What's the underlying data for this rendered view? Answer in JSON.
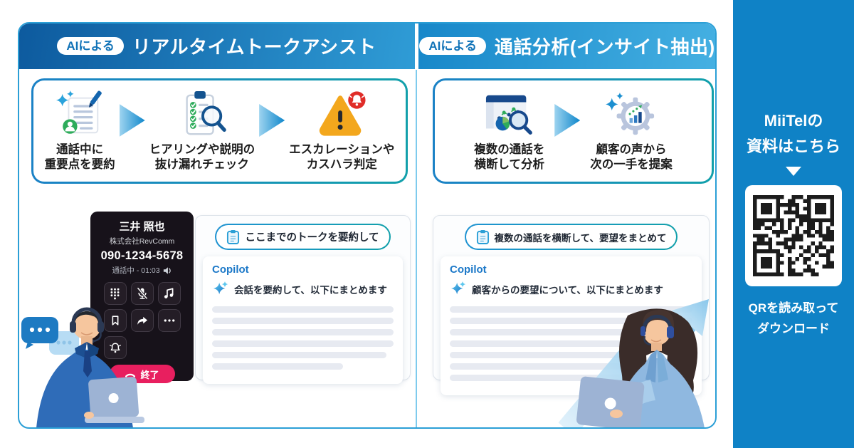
{
  "panels": {
    "left": {
      "badge": "AIによる",
      "title": "リアルタイムトークアシスト",
      "steps": [
        {
          "caption_line1": "通話中に",
          "caption_line2": "重要点を要約"
        },
        {
          "caption_line1": "ヒアリングや説明の",
          "caption_line2": "抜け漏れチェック"
        },
        {
          "caption_line1": "エスカレーションや",
          "caption_line2": "カスハラ判定"
        }
      ],
      "phone": {
        "contact_name": "三井 照也",
        "company": "株式会社RevComm",
        "number": "090-1234-5678",
        "status": "通話中 - 01:03",
        "end_call_label": "終了"
      },
      "copilot": {
        "prompt": "ここまでのトークを要約して",
        "agent": "Copilot",
        "message": "会話を要約して、以下にまとめます"
      }
    },
    "right": {
      "badge": "AIによる",
      "title": "通話分析(インサイト抽出)",
      "steps": [
        {
          "caption_line1": "複数の通話を",
          "caption_line2": "横断して分析"
        },
        {
          "caption_line1": "顧客の声から",
          "caption_line2": "次の一手を提案"
        }
      ],
      "copilot": {
        "prompt": "複数の通話を横断して、要望をまとめて",
        "agent": "Copilot",
        "message": "顧客からの要望について、以下にまとめます"
      }
    }
  },
  "sidebar": {
    "heading_line1": "MiiTelの",
    "heading_line2": "資料はこちら",
    "caption_line1": "QRを読み取って",
    "caption_line2": "ダウンロード"
  },
  "colors": {
    "accent_blue": "#1787c9",
    "teal": "#12a0ab",
    "copilot_blue": "#1b78c8",
    "end_call_pink": "#e81f5f",
    "alert_yellow": "#f3a71d",
    "alert_red": "#e02d28",
    "success_green": "#2eac5b",
    "sidebar_blue": "#0f82c6"
  }
}
